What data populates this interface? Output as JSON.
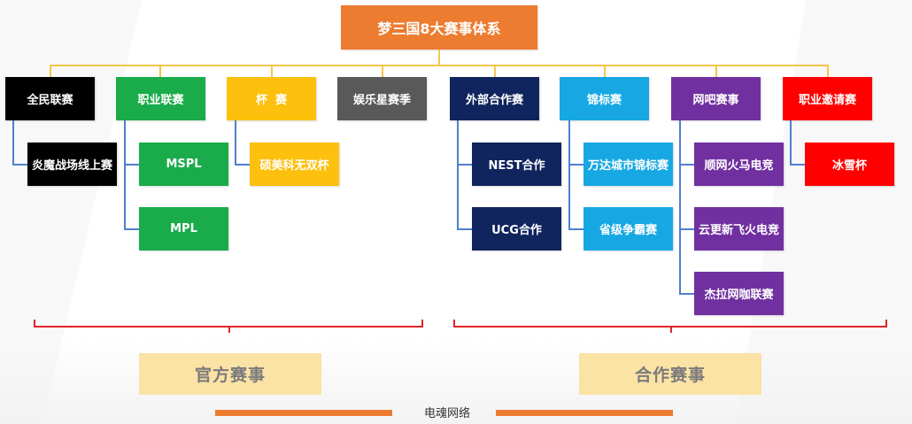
{
  "title": "梦三国8大赛事体系",
  "colors": {
    "orange": "#ec7c30",
    "black": "#000000",
    "green": "#1aab4a",
    "gold": "#fcc00d",
    "gray": "#595959",
    "navy": "#10255e",
    "sky": "#17a8e3",
    "purple": "#7030a0",
    "red": "#ff0000",
    "connector": "#f5c64a",
    "sub_connector": "#4f7fd0",
    "bracket": "#e0242a",
    "label_bg": "#fbe2a5"
  },
  "categories": [
    {
      "label": "全民联赛",
      "children": [
        "炎魔战场线上赛"
      ]
    },
    {
      "label": "职业联赛",
      "children": [
        "MSPL",
        "MPL"
      ]
    },
    {
      "label": "杯  赛",
      "children": [
        "硕美科无双杯"
      ]
    },
    {
      "label": "娱乐星赛季",
      "children": []
    },
    {
      "label": "外部合作赛",
      "children": [
        "NEST合作",
        "UCG合作"
      ]
    },
    {
      "label": "锦标赛",
      "children": [
        "万达城市锦标赛",
        "省级争霸赛"
      ]
    },
    {
      "label": "网吧赛事",
      "children": [
        "顺网火马电竞",
        "云更新飞火电竞",
        "杰拉网咖联赛"
      ]
    },
    {
      "label": "职业邀请赛",
      "children": [
        "冰雪杯"
      ]
    }
  ],
  "groups": {
    "official": "官方赛事",
    "partner": "合作赛事"
  },
  "watermark": "电魂网络"
}
